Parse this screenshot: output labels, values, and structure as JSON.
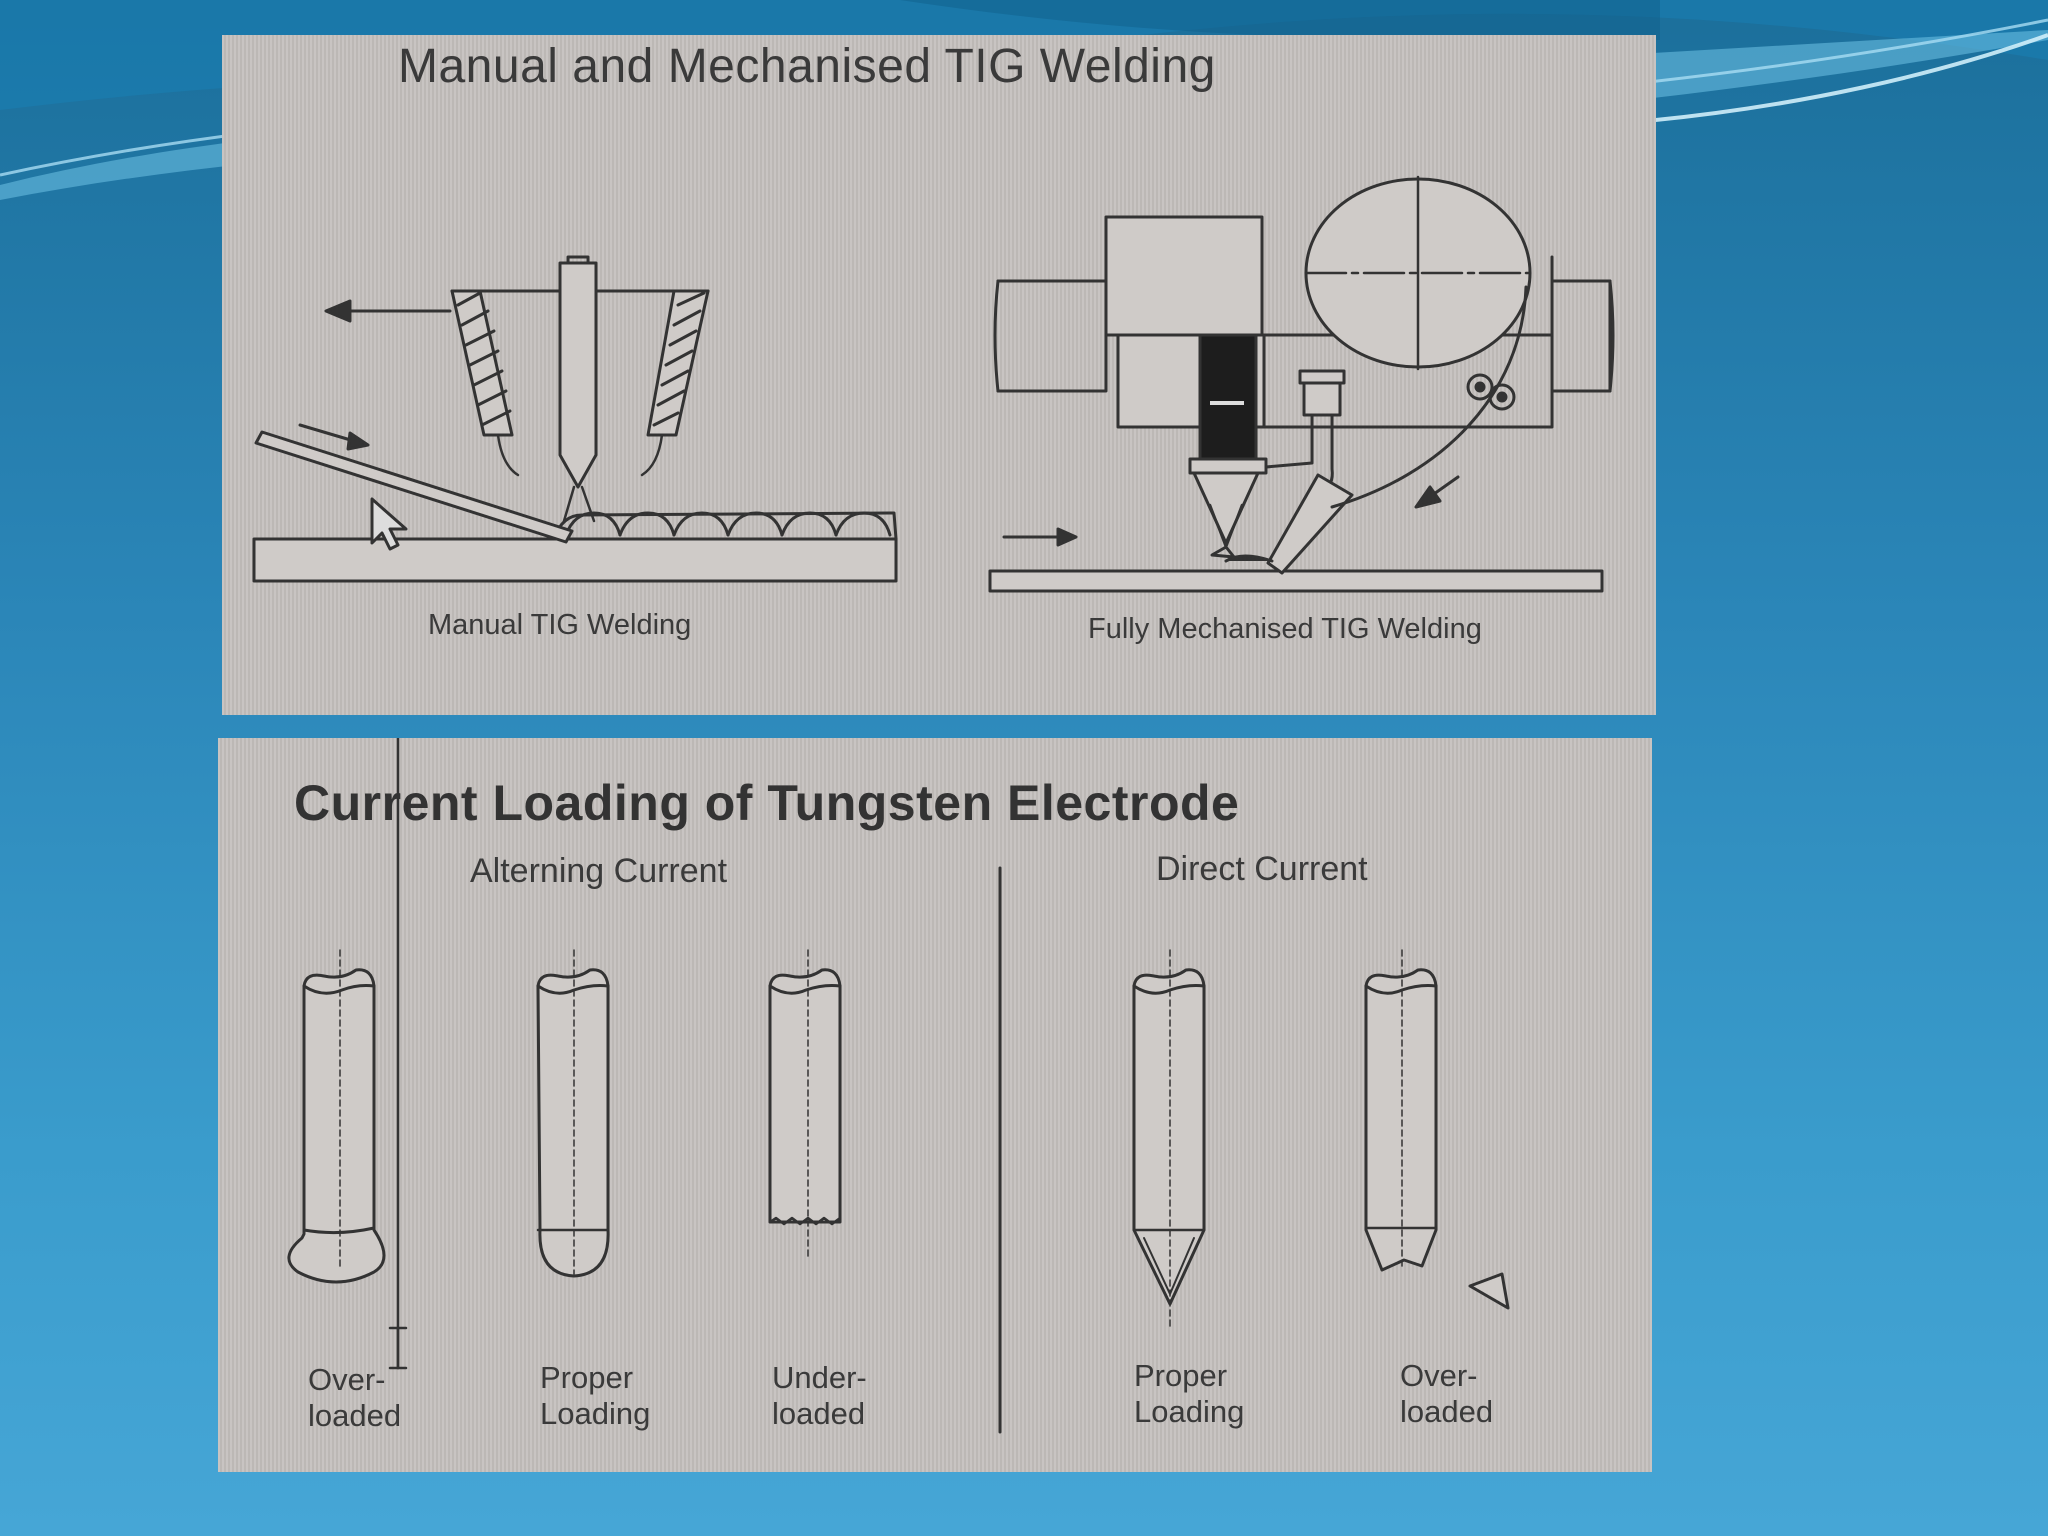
{
  "slide": {
    "colors": {
      "background": "#2b86b8",
      "panel": "#c4c0bd",
      "ink": "#333333"
    }
  },
  "top_figure": {
    "title": "Manual and Mechanised TIG Welding",
    "caption_left": "Manual TIG Welding",
    "caption_right": "Fully Mechanised TIG Welding"
  },
  "bottom_figure": {
    "title": "Current Loading of Tungsten Electrode",
    "section_ac": "Alterning Current",
    "section_dc": "Direct Current",
    "electrodes": [
      {
        "label": "Over-\nloaded",
        "current": "ac"
      },
      {
        "label": "Proper\nLoading",
        "current": "ac"
      },
      {
        "label": "Under-\nloaded",
        "current": "ac"
      },
      {
        "label": "Proper\nLoading",
        "current": "dc"
      },
      {
        "label": "Over-\nloaded",
        "current": "dc"
      }
    ]
  },
  "icons": [
    "mouse-pointer-icon",
    "text-cursor-icon"
  ]
}
